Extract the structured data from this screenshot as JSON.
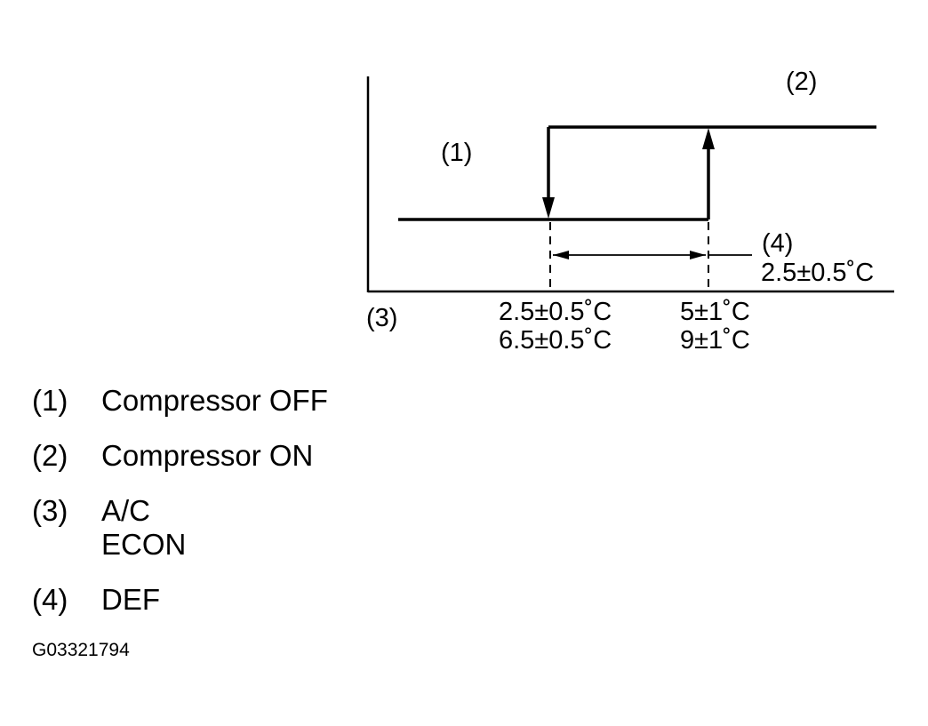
{
  "diagram": {
    "callouts": {
      "off": "(1)",
      "on": "(2)",
      "axis": "(3)",
      "band": "(4)"
    },
    "band_value": "2.5±0.5˚C",
    "thresholds": {
      "low": [
        "2.5±0.5˚C",
        "6.5±0.5˚C"
      ],
      "high": [
        "5±1˚C",
        "9±1˚C"
      ]
    }
  },
  "legend": [
    {
      "num": "(1)",
      "lines": [
        "Compressor OFF"
      ]
    },
    {
      "num": "(2)",
      "lines": [
        "Compressor ON"
      ]
    },
    {
      "num": "(3)",
      "lines": [
        "A/C",
        "ECON"
      ]
    },
    {
      "num": "(4)",
      "lines": [
        "DEF"
      ]
    }
  ],
  "figure_id": "G03321794"
}
